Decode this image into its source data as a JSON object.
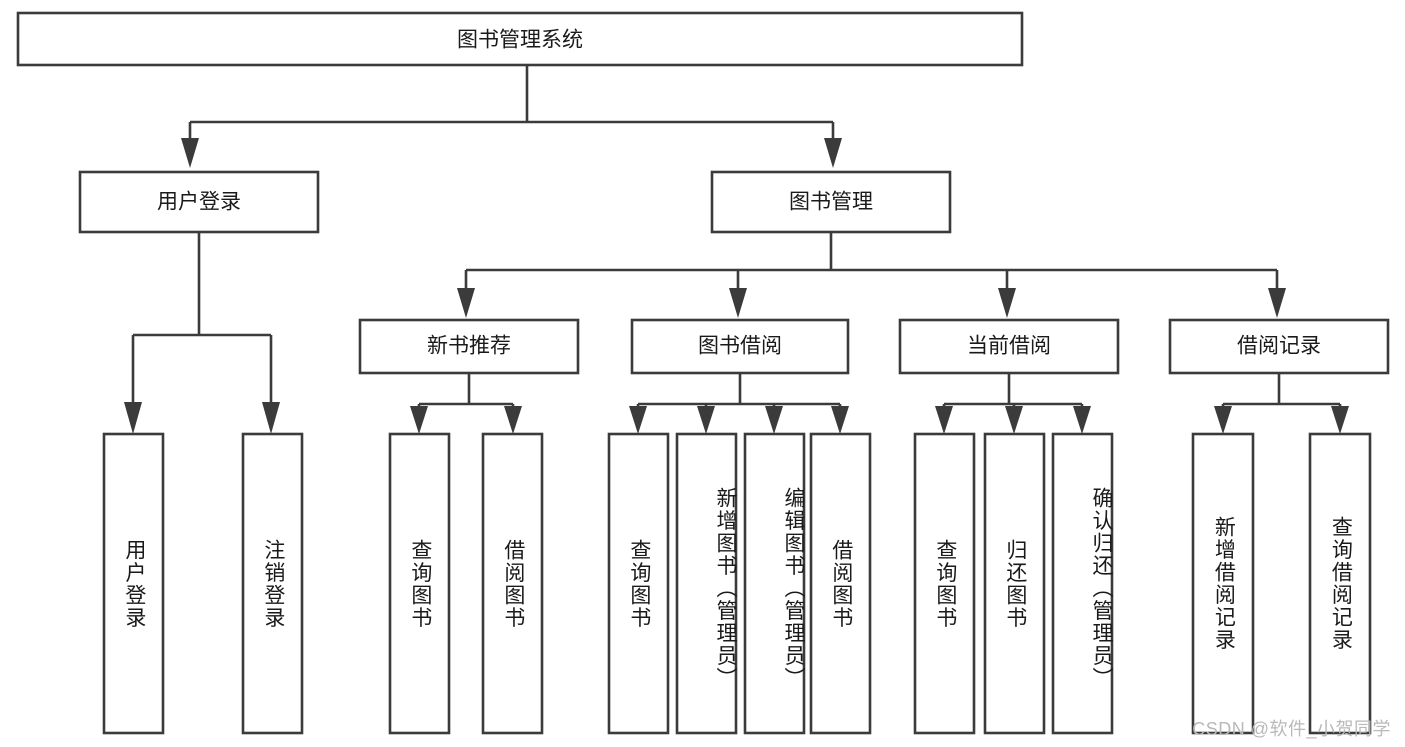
{
  "diagram": {
    "title": "图书管理系统",
    "type": "tree",
    "orientation": "top-down",
    "root": {
      "label": "图书管理系统"
    },
    "level1": [
      {
        "label": "用户登录"
      },
      {
        "label": "图书管理"
      }
    ],
    "level2": [
      {
        "label": "新书推荐",
        "parent": "图书管理"
      },
      {
        "label": "图书借阅",
        "parent": "图书管理"
      },
      {
        "label": "当前借阅",
        "parent": "图书管理"
      },
      {
        "label": "借阅记录",
        "parent": "图书管理"
      }
    ],
    "leaves": {
      "user_login": [
        {
          "label": "用户登录"
        },
        {
          "label": "注销登录"
        }
      ],
      "new_book_recommend": [
        {
          "label": "查询图书"
        },
        {
          "label": "借阅图书"
        }
      ],
      "book_borrow": [
        {
          "label": "查询图书"
        },
        {
          "label": "新增图书（管理员）"
        },
        {
          "label": "编辑图书（管理员）"
        },
        {
          "label": "借阅图书"
        }
      ],
      "current_borrow": [
        {
          "label": "查询图书"
        },
        {
          "label": "归还图书"
        },
        {
          "label": "确认归还（管理员）"
        }
      ],
      "borrow_record": [
        {
          "label": "新增借阅记录"
        },
        {
          "label": "查询借阅记录"
        }
      ]
    }
  },
  "watermark": {
    "text": "CSDN @软件_小贺同学"
  },
  "colors": {
    "stroke": "#3b3b3b",
    "box_fill": "#ffffff",
    "text": "#1a1a1a",
    "watermark": "#b9b9b9",
    "background": "#ffffff"
  }
}
